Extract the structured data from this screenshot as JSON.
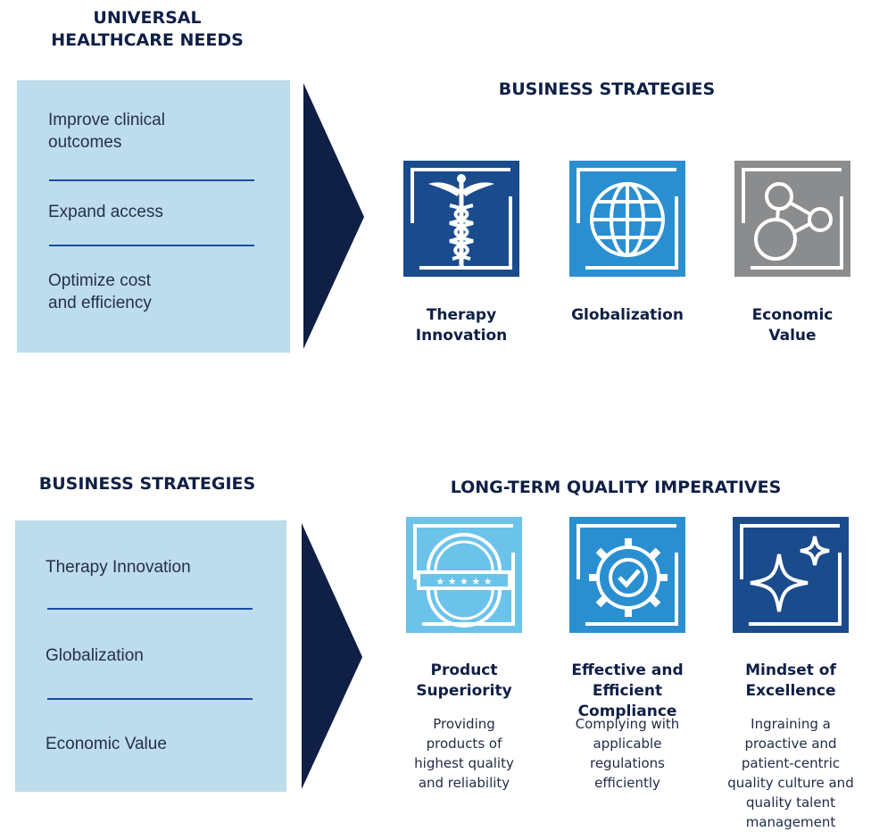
{
  "top": {
    "left_title": "UNIVERSAL\nHEALTHCARE NEEDS",
    "right_title": "BUSINESS STRATEGIES",
    "needs": [
      "Improve clinical\noutcomes",
      "Expand access",
      "Optimize cost\nand efficiency"
    ],
    "strategies": [
      {
        "label": "Therapy\nInnovation",
        "icon": "caduceus-icon",
        "color": "#1a4b8c"
      },
      {
        "label": "Globalization",
        "icon": "globe-icon",
        "color": "#2a8fd1"
      },
      {
        "label": "Economic\nValue",
        "icon": "network-nodes-icon",
        "color": "#8a8c8e"
      }
    ]
  },
  "bottom": {
    "left_title": "BUSINESS STRATEGIES",
    "right_title": "LONG-TERM QUALITY IMPERATIVES",
    "strategies": [
      "Therapy Innovation",
      "Globalization",
      "Economic Value"
    ],
    "imperatives": [
      {
        "label": "Product\nSuperiority",
        "desc": "Providing\nproducts of\nhighest quality\nand reliability",
        "icon": "quality-badge-icon",
        "color": "#6cc3ea",
        "badge_stars": "★ ★ ★ ★ ★"
      },
      {
        "label": "Effective and\nEfficient Compliance",
        "desc": "Complying with\napplicable\nregulations\nefficiently",
        "icon": "gear-check-icon",
        "color": "#2a8fd1"
      },
      {
        "label": "Mindset of\nExcellence",
        "desc": "Ingraining a\nproactive and\npatient-centric\nquality culture and\nquality talent\nmanagement",
        "icon": "sparkle-stars-icon",
        "color": "#1a4b8c"
      }
    ]
  },
  "colors": {
    "panel": "#bddcec",
    "arrow": "#0f1f45",
    "divider": "#1d4aa0"
  }
}
